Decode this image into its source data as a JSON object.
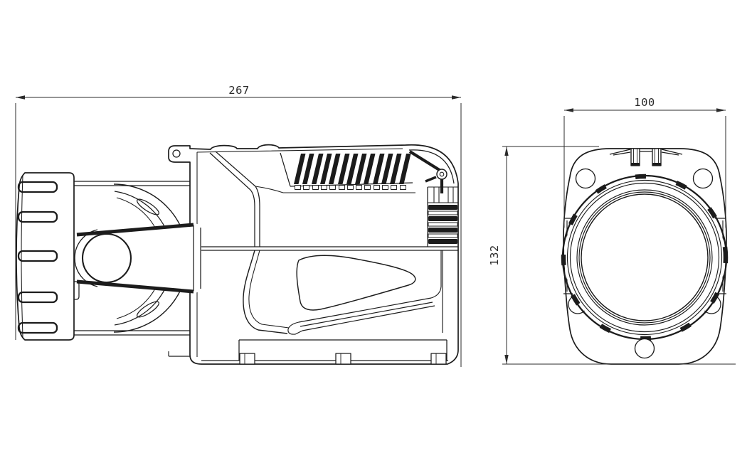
{
  "drawing": {
    "background": "#ffffff",
    "line_color": "#1c1c1c",
    "dimension_color": "#2b2b2b",
    "dimensions": {
      "length": {
        "value": "267",
        "orientation": "horizontal",
        "view": "side"
      },
      "width": {
        "value": "100",
        "orientation": "horizontal",
        "view": "front"
      },
      "height": {
        "value": "132",
        "orientation": "vertical",
        "view": "front"
      }
    }
  }
}
